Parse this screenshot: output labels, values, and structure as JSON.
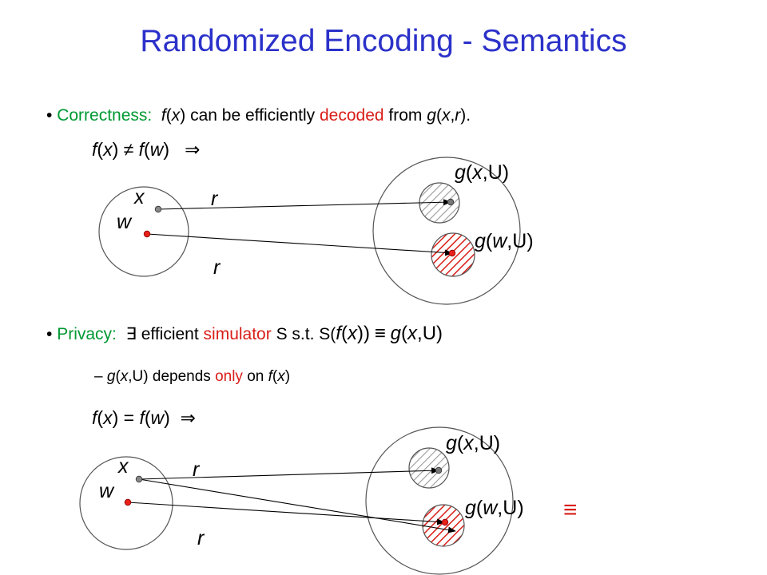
{
  "title": "Randomized Encoding - Semantics",
  "colors": {
    "title": "#2b31c9",
    "green": "#009933",
    "red": "#d91e18"
  },
  "correctness": {
    "bullet": "•",
    "label": "Correctness:",
    "f": "f",
    "x": "x",
    "text1": "can be efficiently",
    "decoded": "decoded",
    "text2": "from",
    "g": "g",
    "r": "r"
  },
  "case_diff": {
    "f": "f",
    "x": "x",
    "w": "w",
    "neq": "≠",
    "implies": "⇒",
    "x_label": "x",
    "w_label": "w",
    "r_top": "r",
    "r_bottom": "r",
    "g_x": "x",
    "g_w": "w",
    "U": "U",
    "g": "g"
  },
  "privacy": {
    "bullet": "•",
    "label": "Privacy:",
    "exists": "∃",
    "text1": "efficient",
    "simulator": "simulator",
    "text2": "S s.t.",
    "S": "S",
    "f": "f",
    "x": "x",
    "equiv": "≡",
    "g": "g",
    "U": "U"
  },
  "subbullet": {
    "dash": "–",
    "g": "g",
    "x": "x",
    "U": "U",
    "text1": "depends",
    "only": "only",
    "text2": "on",
    "f": "f"
  },
  "case_eq": {
    "f": "f",
    "x": "x",
    "w": "w",
    "eq": "=",
    "implies": "⇒",
    "x_label": "x",
    "w_label": "w",
    "r_top": "r",
    "r_bottom": "r",
    "g_x": "x",
    "g_w": "w",
    "U": "U",
    "g": "g",
    "equiv": "≡"
  }
}
